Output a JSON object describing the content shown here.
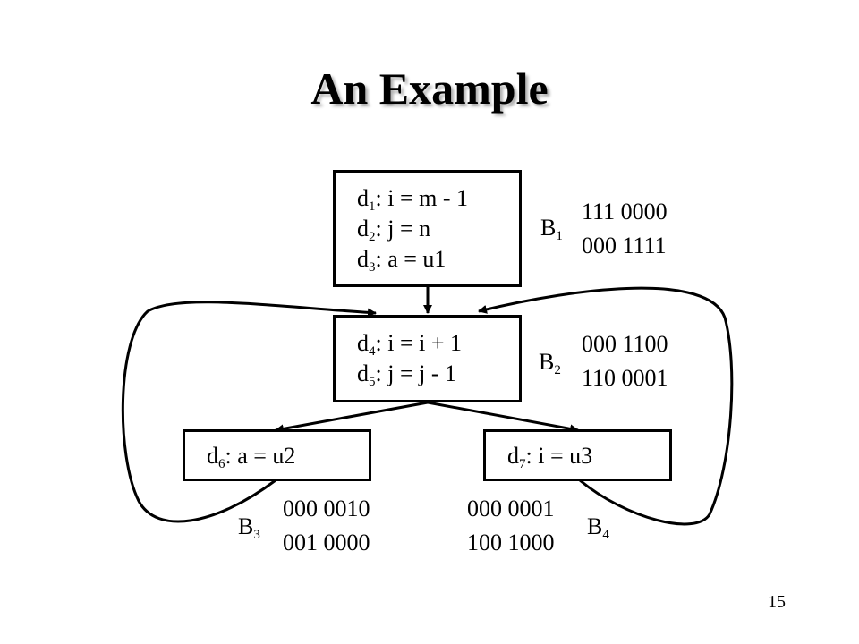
{
  "slide": {
    "title": "An Example",
    "page_number": "15"
  },
  "blocks": {
    "b1": {
      "label": {
        "letter": "B",
        "sub": "1"
      },
      "lines": [
        {
          "var": "d",
          "sub": "1",
          "text": ": i = m - 1"
        },
        {
          "var": "d",
          "sub": "2",
          "text": ": j = n"
        },
        {
          "var": "d",
          "sub": "3",
          "text": ": a = u1"
        }
      ],
      "gen": "111 0000",
      "kill": "000 1111"
    },
    "b2": {
      "label": {
        "letter": "B",
        "sub": "2"
      },
      "lines": [
        {
          "var": "d",
          "sub": "4",
          "text": ": i = i + 1"
        },
        {
          "var": "d",
          "sub": "5",
          "text": ": j = j - 1"
        }
      ],
      "gen": "000 1100",
      "kill": "110 0001"
    },
    "b3": {
      "label": {
        "letter": "B",
        "sub": "3"
      },
      "lines": [
        {
          "var": "d",
          "sub": "6",
          "text": ": a = u2"
        }
      ],
      "gen": "000 0010",
      "kill": "001 0000"
    },
    "b4": {
      "label": {
        "letter": "B",
        "sub": "4"
      },
      "lines": [
        {
          "var": "d",
          "sub": "7",
          "text": ": i = u3"
        }
      ],
      "gen": "000 0001",
      "kill": "100 1000"
    }
  }
}
